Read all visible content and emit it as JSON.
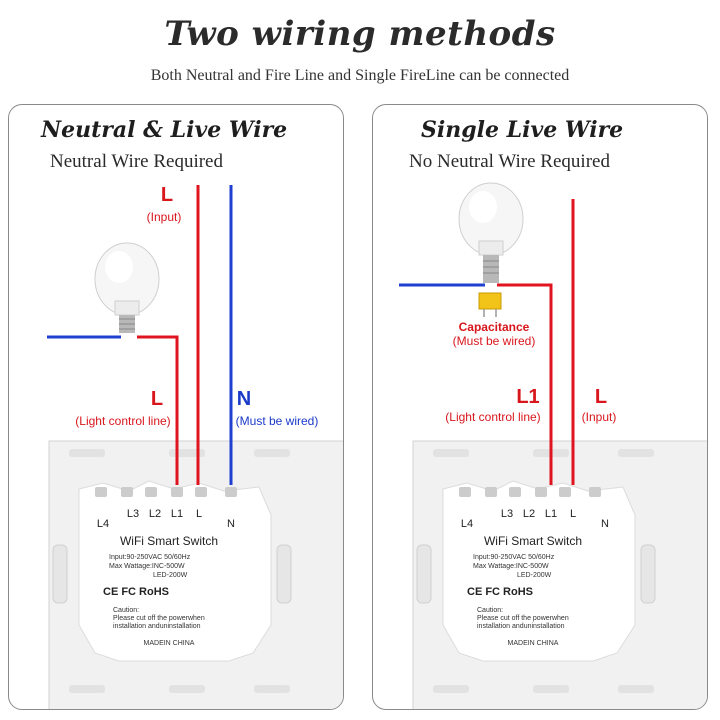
{
  "header": {
    "title": "Two wiring methods",
    "subtitle": "Both Neutral and Fire Line and Single FireLine can be connected"
  },
  "left_panel": {
    "title": "Neutral & Live Wire",
    "subtitle": "Neutral Wire Required",
    "labels": {
      "top_live": "L",
      "top_live_note": "(Input)",
      "light_line": "L",
      "light_line_note": "(Light control line)",
      "neutral": "N",
      "neutral_note": "(Must be wired)"
    }
  },
  "right_panel": {
    "title": "Single Live Wire",
    "subtitle": "No Neutral Wire Required",
    "labels": {
      "capacitance": "Capacitance",
      "capacitance_note": "(Must be wired)",
      "light_line": "L1",
      "light_line_note": "(Light control line)",
      "live": "L",
      "live_note": "(Input)"
    }
  },
  "switch_module": {
    "terminals": [
      "L4",
      "L3",
      "L2",
      "L1",
      "L",
      "N"
    ],
    "name": "WiFi Smart Switch",
    "spec1": "Input:90-250VAC 50/60Hz",
    "spec2": "Max Wattage:INC-500W",
    "spec3": "LED-200W",
    "certs": "CE FC RoHS",
    "caution_title": "Caution:",
    "caution_line1": "Please cut off the powerwhen",
    "caution_line2": "installation anduninstallation",
    "origin": "MADEIN CHINA"
  },
  "colors": {
    "live_red": "#e0141e",
    "neutral_blue": "#1f3fd0",
    "label_red": "#d8161c",
    "label_blue": "#1a3ac8"
  }
}
